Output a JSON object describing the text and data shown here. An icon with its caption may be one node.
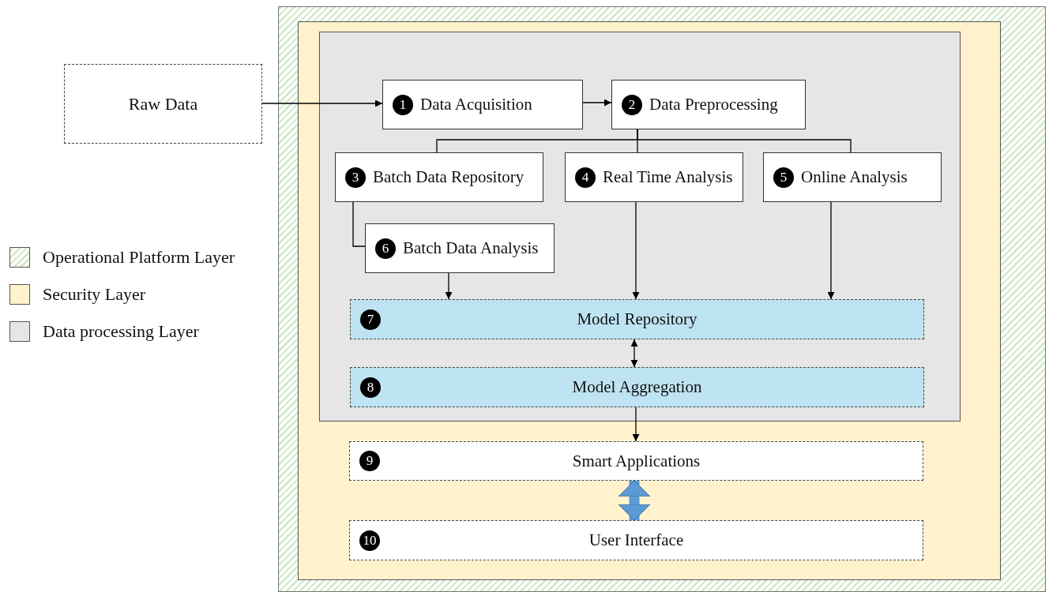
{
  "diagram": {
    "nodes": [
      {
        "text": [],
        "shape": "box"
      },
      {
        "text": [],
        "shape": "box",
        "in": 0
      },
      {
        "text": [],
        "shape": "box",
        "in": 1
      },
      {
        "text": [
          "Raw Data"
        ]
      },
      {
        "text": [
          "1",
          "Data Acquisition"
        ],
        "in": 2
      },
      {
        "text": [
          "2",
          "Data Preprocessing"
        ],
        "in": 2
      },
      {
        "text": [
          "3",
          "Batch Data Repository"
        ],
        "in": 2
      },
      {
        "text": [
          "4",
          "Real Time Analysis"
        ],
        "in": 2
      },
      {
        "text": [
          "5",
          "Online Analysis"
        ],
        "in": 2
      },
      {
        "text": [
          "6",
          "Batch Data Analysis"
        ],
        "in": 2
      },
      {
        "text": [
          "7",
          "Model Repository"
        ],
        "in": 2
      },
      {
        "text": [
          "8",
          "Model Aggregation"
        ],
        "in": 2
      },
      {
        "text": [
          "9",
          "Smart Applications"
        ],
        "in": 1
      },
      {
        "text": [
          "10",
          "User Interface"
        ],
        "in": 1
      }
    ],
    "edges": [
      {
        "from": 3,
        "to": 4,
        "arrow": "to"
      },
      {
        "from": 4,
        "to": 5,
        "arrow": "to"
      },
      {
        "from": 5,
        "to": 6,
        "arrow": "none"
      },
      {
        "from": 5,
        "to": 7,
        "arrow": "none"
      },
      {
        "from": 5,
        "to": 8,
        "arrow": "none"
      },
      {
        "from": 6,
        "to": 9,
        "arrow": "none"
      },
      {
        "from": 9,
        "to": 10,
        "arrow": "to"
      },
      {
        "from": 7,
        "to": 10,
        "arrow": "to"
      },
      {
        "from": 8,
        "to": 10,
        "arrow": "to"
      },
      {
        "from": 10,
        "to": 11,
        "arrow": "both"
      },
      {
        "from": 11,
        "to": 12,
        "arrow": "to"
      },
      {
        "from": 12,
        "to": 13,
        "arrow": "both",
        "style": "thick",
        "color": "#5b9bd5"
      }
    ],
    "legend": [
      {
        "text": "Operational Platform Layer"
      },
      {
        "text": "Security Layer",
        "color": "#fff2cc"
      },
      {
        "text": "Data processing Layer",
        "color": "#e6e6e6"
      }
    ]
  }
}
